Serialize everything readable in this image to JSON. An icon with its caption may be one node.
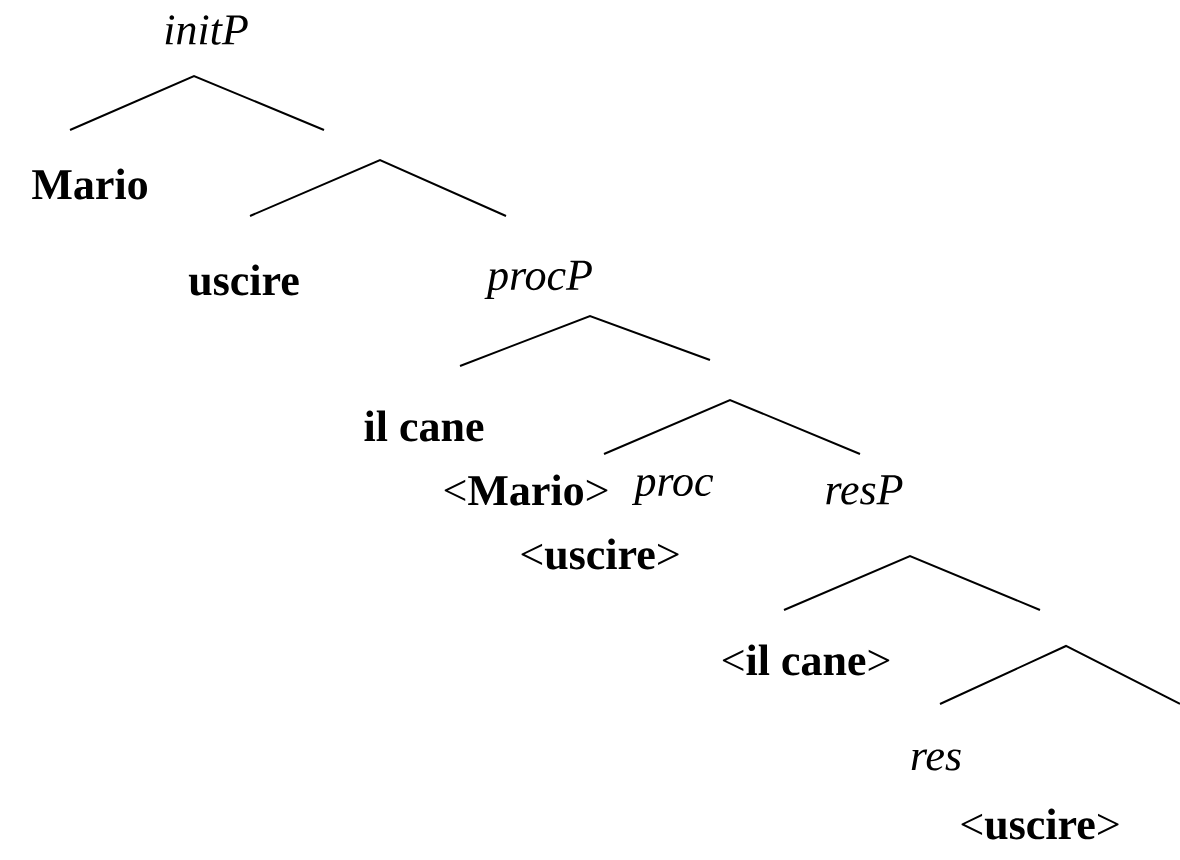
{
  "diagram": {
    "labels": [
      "initP",
      "Mario",
      "uscire",
      "procP",
      "il cane",
      "<**Mario**>",
      "proc",
      "resP",
      "<**uscire**>",
      "<**il cane**>",
      "res",
      "<**uscire**>"
    ]
  }
}
